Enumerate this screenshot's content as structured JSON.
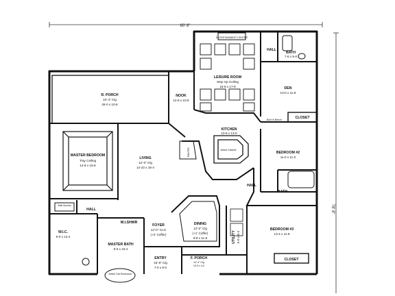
{
  "dimensions": {
    "width": "60' 8\"",
    "depth": "78' 8\""
  },
  "rooms": {
    "leisure": {
      "name": "LEISURE ROOM",
      "ceiling": "Step Up Ceiling",
      "size": "15-8 x 17-9"
    },
    "den": {
      "name": "DEN",
      "size": "10-0 x 11-8"
    },
    "bath1": {
      "name": "BATH",
      "size": "7-6 x 5-0"
    },
    "hall1": {
      "name": "HALL"
    },
    "rporch": {
      "name": "R. PORCH",
      "ceiling": "10'-4\" Clg",
      "size": "26-0 x 10-8"
    },
    "nook": {
      "name": "NOOK",
      "size": "12-8 x 10-8"
    },
    "kitchen": {
      "name": "KITCHEN",
      "size": "13-8 x 13-0"
    },
    "master": {
      "name": "MASTER BEDROOM",
      "ceiling": "Tray Ceiling",
      "size": "14-8 x 16-8"
    },
    "living": {
      "name": "LIVING",
      "ceiling": "12'-0\" Clg",
      "size": "14-10 x 16-4"
    },
    "bed2": {
      "name": "BEDROOM #2",
      "size": "11-0 x 11-0"
    },
    "closet1": {
      "name": "CLOSET"
    },
    "hall2": {
      "name": "HALL"
    },
    "bath2": {
      "name": "BATH"
    },
    "hall3": {
      "name": "HALL"
    },
    "wic": {
      "name": "W.I.C.",
      "size": "6-0 x 12-4"
    },
    "wlshwr": {
      "name": "W.I.SHWR"
    },
    "foyer": {
      "name": "FOYER",
      "ceiling": "12'-0\" CLG",
      "extra": "(+2' Coffer)"
    },
    "dining": {
      "name": "DINING",
      "ceiling": "12'-0\" Clg",
      "extra": "(+1' Coffer)",
      "size": "9-8 x 11-8"
    },
    "utility": {
      "name": "UTILITY",
      "size": "5-0 x 6-4"
    },
    "bed3": {
      "name": "BEDROOM #3",
      "size": "13-4 x 11-8"
    },
    "mbath": {
      "name": "MASTER BATH",
      "size": "9-0 x 15-4"
    },
    "entry": {
      "name": "ENTRY",
      "ceiling": "15'-8\" Clg",
      "size": "7-0 x 8-0"
    },
    "fporch": {
      "name": "F. PORCH",
      "ceiling": "14'-4\" Clg",
      "size": "10-0 x 4-0"
    },
    "closet2": {
      "name": "CLOSET"
    }
  },
  "fixtures": {
    "entertainment": "ENTERTAINMENT CENTER",
    "builtin": "Built In Bench",
    "island": "Island Cabinet",
    "pantry": "PANTRY",
    "attic": "Attic Access",
    "tub": "Jetted Tub Recessed"
  }
}
